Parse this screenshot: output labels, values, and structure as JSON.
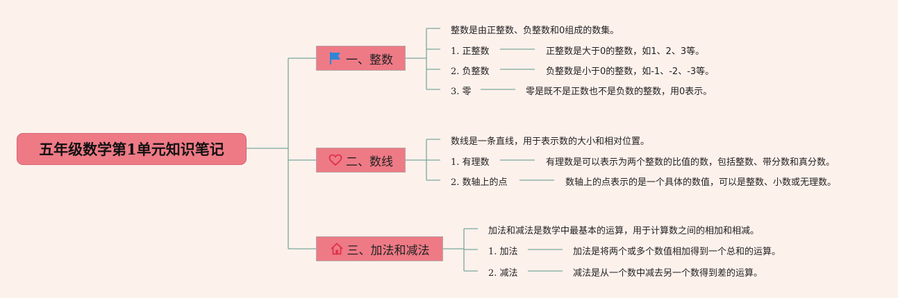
{
  "root": {
    "title": "五年级数学第1单元知识笔记"
  },
  "branches": [
    {
      "label": "一、整数",
      "icon": "flag-icon",
      "intro": "整数是由正整数、负整数和0组成的数集。",
      "items": [
        {
          "term": "1. 正整数",
          "desc": "正整数是大于0的整数，如1、2、3等。"
        },
        {
          "term": "2. 负整数",
          "desc": "负整数是小于0的整数，如-1、-2、-3等。"
        },
        {
          "term": "3. 零",
          "desc": "零是既不是正数也不是负数的整数，用0表示。"
        }
      ]
    },
    {
      "label": "二、数线",
      "icon": "heart-icon",
      "intro": "数线是一条直线，用于表示数的大小和相对位置。",
      "items": [
        {
          "term": "1. 有理数",
          "desc": "有理数是可以表示为两个整数的比值的数，包括整数、带分数和真分数。"
        },
        {
          "term": "2. 数轴上的点",
          "desc": "数轴上的点表示的是一个具体的数值，可以是整数、小数或无理数。"
        }
      ]
    },
    {
      "label": "三、加法和减法",
      "icon": "home-icon",
      "intro": "加法和减法是数学中最基本的运算，用于计算数之间的相加和相减。",
      "items": [
        {
          "term": "1. 加法",
          "desc": "加法是将两个或多个数值相加得到一个总和的运算。"
        },
        {
          "term": "2. 减法",
          "desc": "减法是从一个数中减去另一个数得到差的运算。"
        }
      ]
    }
  ],
  "colors": {
    "line": "#7aa89a",
    "node": "#ee7a86",
    "background": "#fdf1ec",
    "flag": "#2f86d8",
    "heart": "#e0304a",
    "home": "#e0304a"
  }
}
